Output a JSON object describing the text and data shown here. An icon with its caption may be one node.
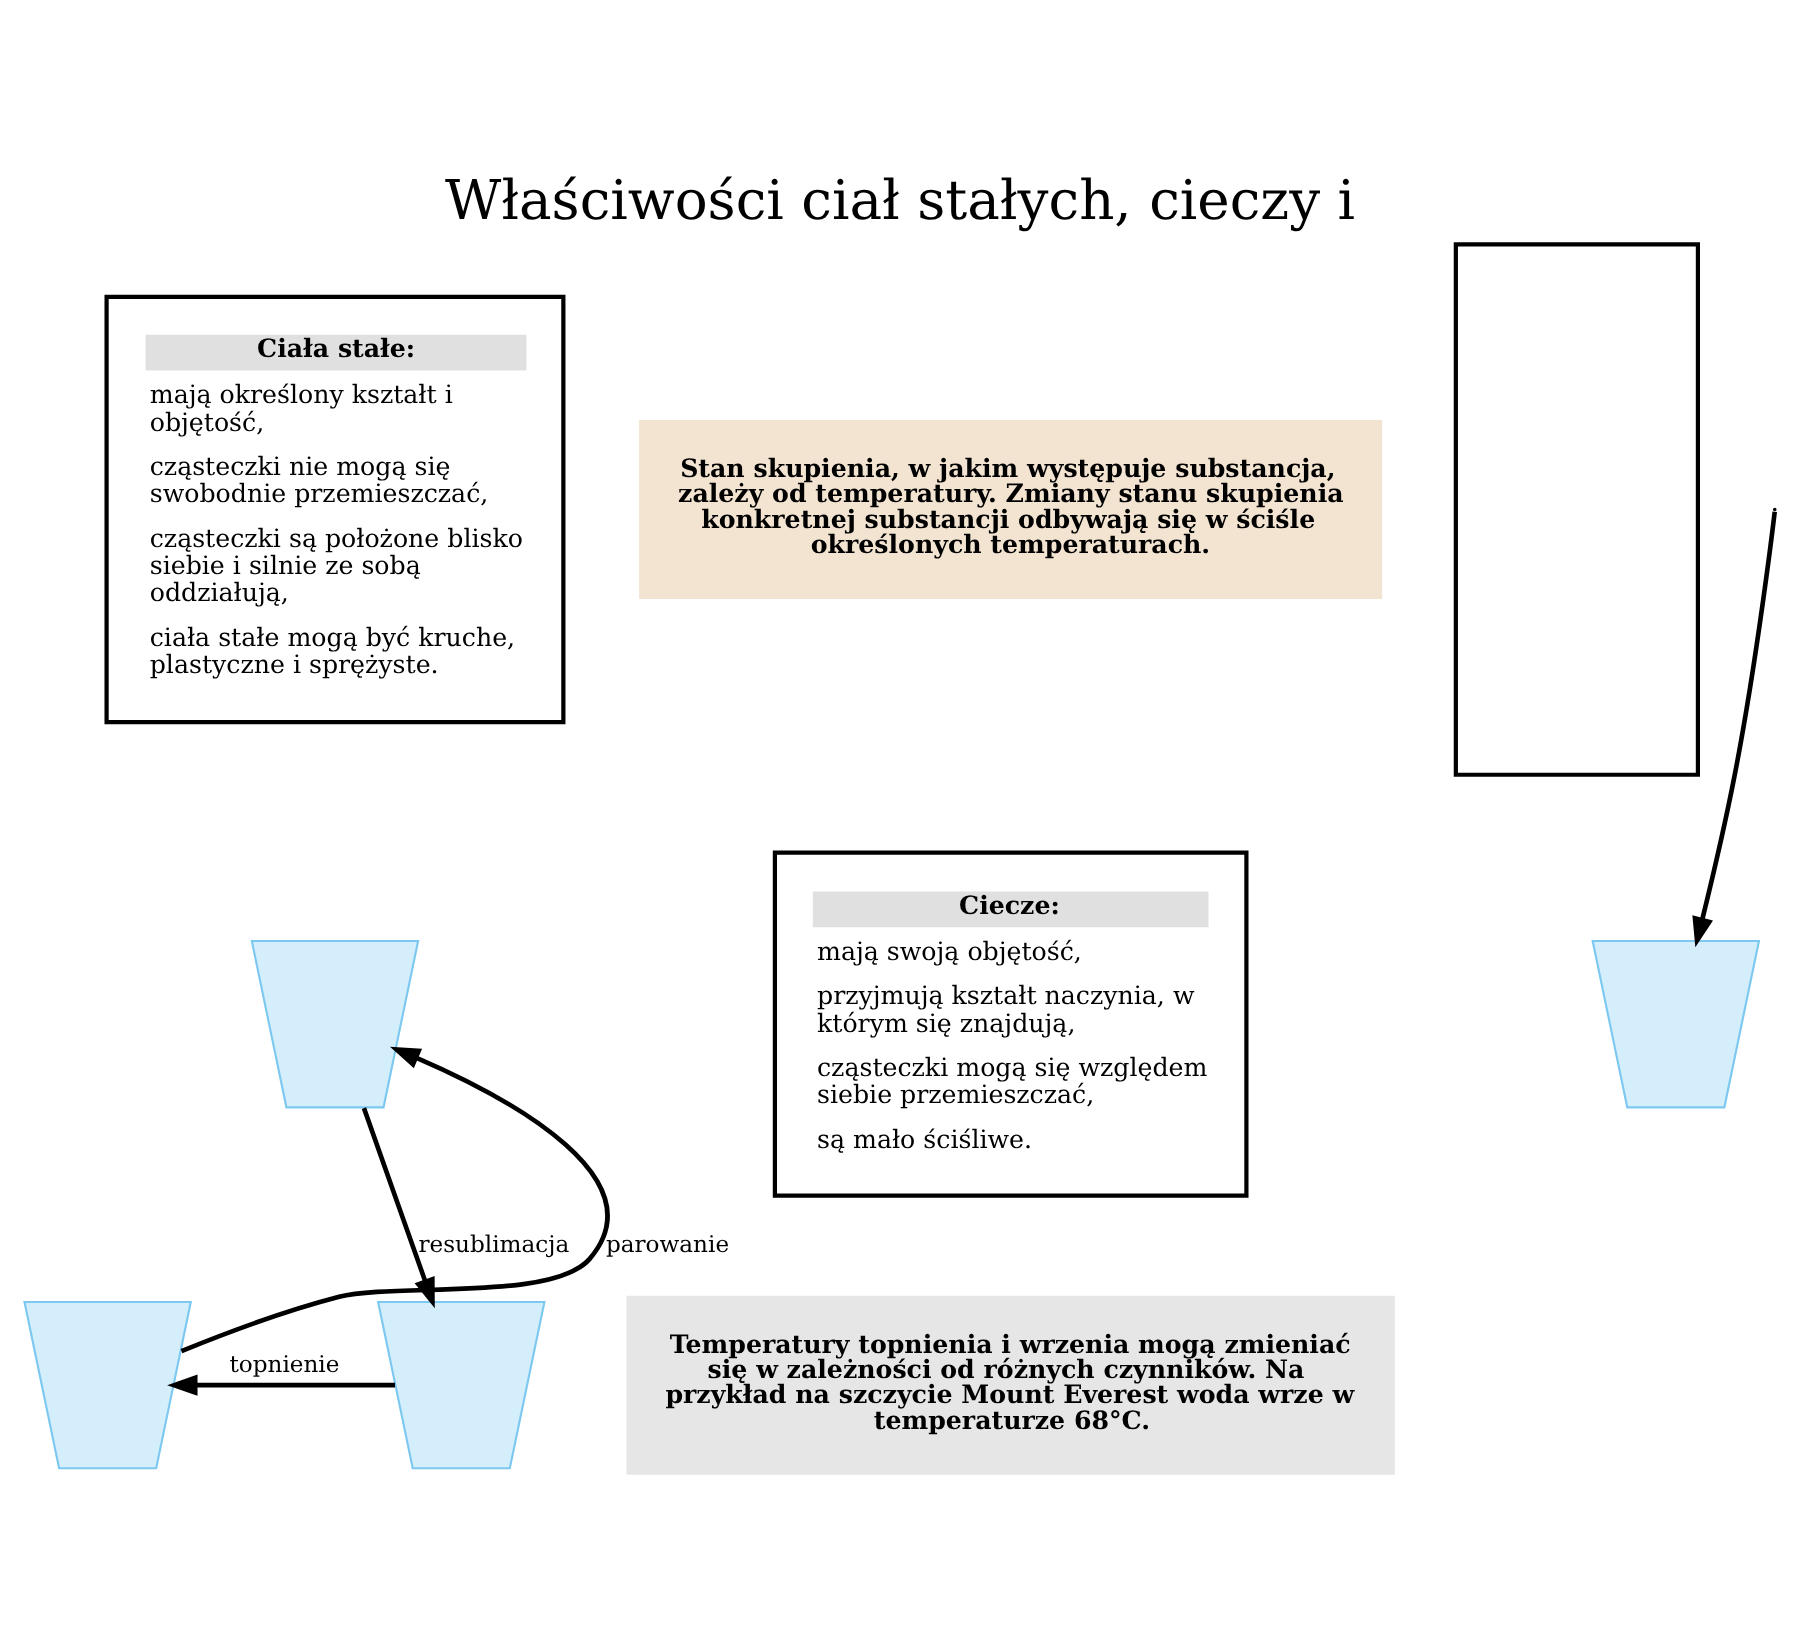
{
  "diagram": {
    "title": "Właściwości ciał stałych, cieczy i",
    "nodes": [
      {
        "text": [
          "Ciała stałe:",
          "mają określony kształt i objętość,",
          "cząsteczki nie mogą się swobodnie przemieszczać,",
          "cząsteczki są położone blisko siebie i silnie ze sobą oddziałują,",
          "ciała stałe mogą być kruche, plastyczne i sprężyste."
        ]
      },
      {
        "text": [
          "Stan skupienia, w jakim występuje substancja, zależy od temperatury. Zmiany stanu skupienia konkretnej substancji odbywają się w ściśle określonych temperaturach."
        ]
      },
      {
        "text": [],
        "shape": "box"
      },
      {
        "text": [
          "Ciecze:",
          "mają swoją objętość,",
          "przyjmują kształt naczynia, w którym się znajdują,",
          "cząsteczki mogą się względem siebie przemieszczać,",
          "są mało ściśliwe."
        ]
      },
      {
        "text": [],
        "shape": "picture"
      },
      {
        "text": [],
        "shape": "picture"
      },
      {
        "text": [],
        "shape": "picture"
      },
      {
        "text": [
          "Temperatury topnienia i wrzenia mogą zmieniać się w zależności od różnych czynników. Na przykład na szczycie Mount Everest woda wrze w temperaturze 68°C."
        ]
      },
      {
        "text": [],
        "shape": "picture"
      }
    ],
    "edges": [
      {
        "from": 5,
        "to": 4,
        "arrow": "to",
        "label": "parowanie"
      },
      {
        "from": 4,
        "to": 6,
        "arrow": "to",
        "label": "resublimacja"
      },
      {
        "from": 6,
        "to": 5,
        "arrow": "to",
        "label": "topnienie"
      },
      {
        "from": null,
        "to": 8,
        "arrow": "to"
      }
    ]
  }
}
